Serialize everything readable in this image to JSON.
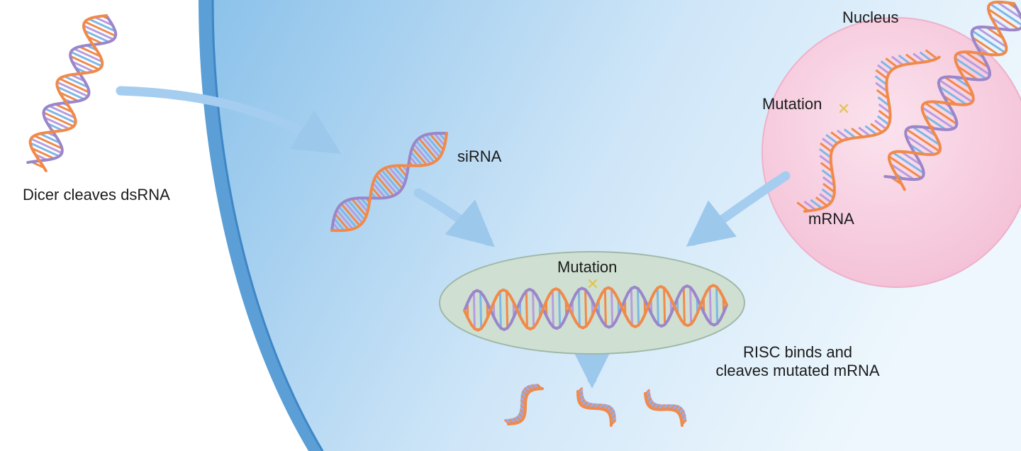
{
  "labels": {
    "nucleus": "Nucleus",
    "dicer": "Dicer cleaves dsRNA",
    "sirna": "siRNA",
    "mutation_nucleus": "Mutation",
    "mrna": "mRNA",
    "mutation_risc": "Mutation",
    "risc_line1": "RISC binds and",
    "risc_line2": "cleaves mutated mRNA"
  },
  "colors": {
    "cytoplasm": "#a9d2f0",
    "membrane": "#5a9fd8",
    "nucleus": "#f6c9dc",
    "risc_complex": "#cfe0d2",
    "strand_orange": "#f08a4b",
    "strand_purple": "#9a86c9",
    "arrow": "#a7cfee"
  }
}
